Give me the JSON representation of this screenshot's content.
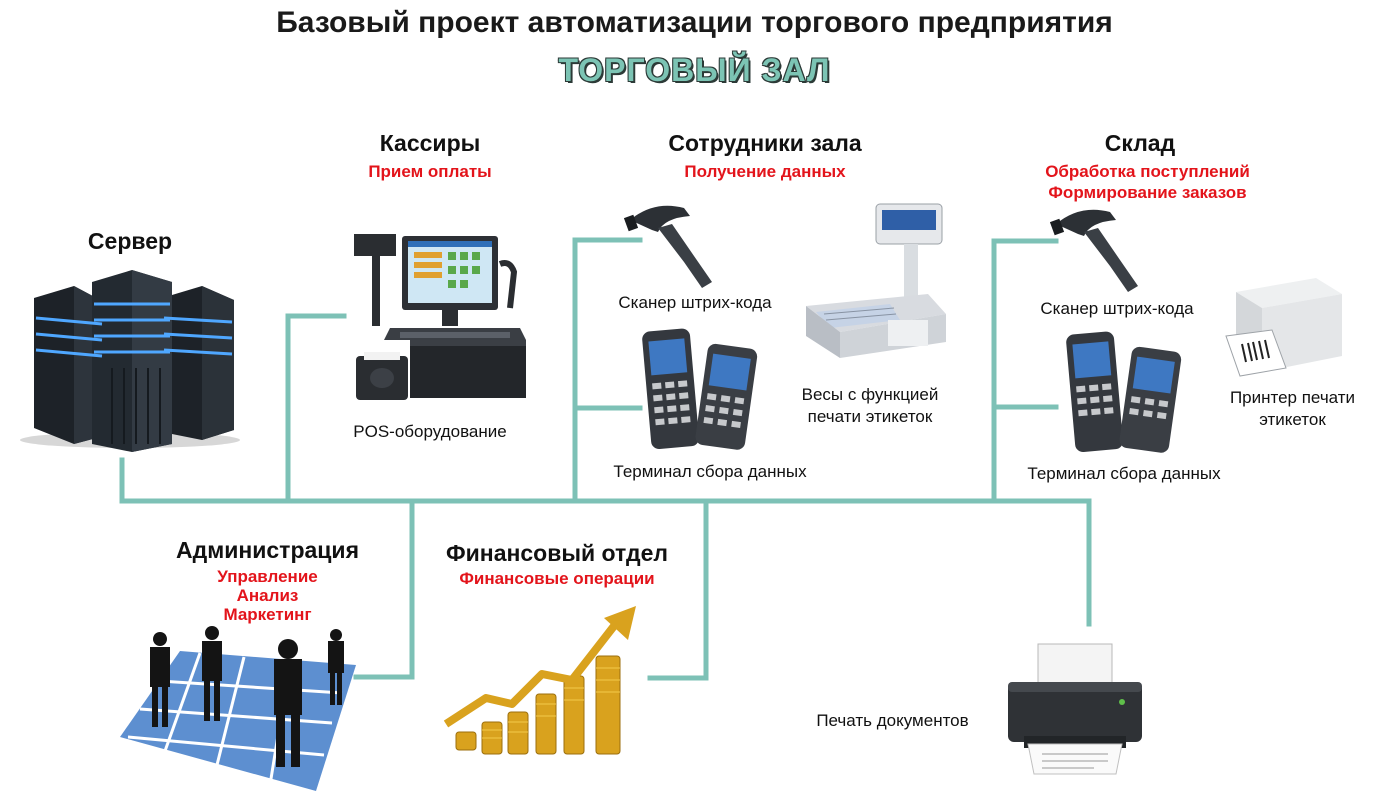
{
  "title": "Базовый проект автоматизации торгового предприятия",
  "subtitle": "ТОРГОВЫЙ ЗАЛ",
  "server": {
    "heading": "Сервер"
  },
  "cashiers": {
    "heading": "Кассиры",
    "function": "Прием оплаты",
    "equipment": "POS-оборудование"
  },
  "hall_staff": {
    "heading": "Сотрудники зала",
    "function": "Получение данных",
    "scanner": "Сканер штрих-кода",
    "scales_line1": "Весы с функцией",
    "scales_line2": "печати этикеток",
    "terminal": "Терминал сбора данных"
  },
  "warehouse": {
    "heading": "Склад",
    "function1": "Обработка поступлений",
    "function2": "Формирование заказов",
    "scanner": "Сканер штрих-кода",
    "printer_line1": "Принтер печати",
    "printer_line2": "этикеток",
    "terminal": "Терминал сбора данных"
  },
  "administration": {
    "heading": "Администрация",
    "functions": [
      "Управление",
      "Анализ",
      "Маркетинг"
    ]
  },
  "finance": {
    "heading": "Финансовый отдел",
    "function": "Финансовые операции"
  },
  "printing": {
    "caption": "Печать документов"
  },
  "colors": {
    "connector": "#7dc1b6",
    "accent_red": "#e3141b",
    "subtitle": "#7cc4b4"
  },
  "icons": [
    "server-rack-icon",
    "pos-terminal-icon",
    "barcode-scanner-icon",
    "scales-icon",
    "data-terminal-icon",
    "label-printer-icon",
    "business-people-icon",
    "coin-growth-chart-icon",
    "document-printer-icon"
  ]
}
